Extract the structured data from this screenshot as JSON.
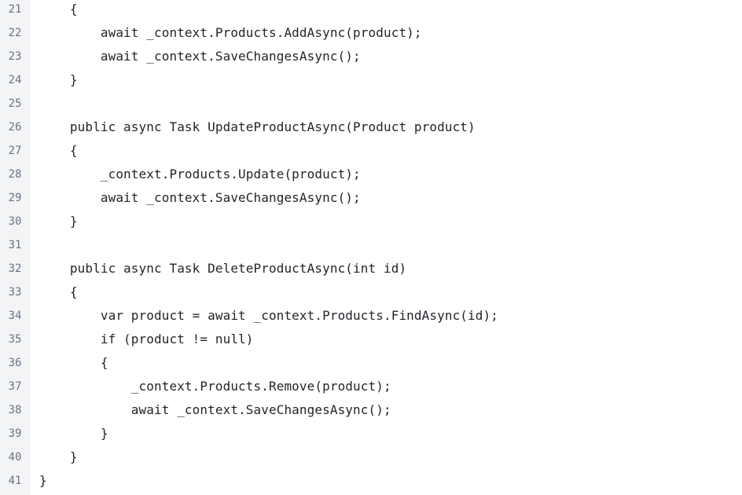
{
  "editor": {
    "lines": [
      {
        "number": "21",
        "text": "    {"
      },
      {
        "number": "22",
        "text": "        await _context.Products.AddAsync(product);"
      },
      {
        "number": "23",
        "text": "        await _context.SaveChangesAsync();"
      },
      {
        "number": "24",
        "text": "    }"
      },
      {
        "number": "25",
        "text": ""
      },
      {
        "number": "26",
        "text": "    public async Task UpdateProductAsync(Product product)"
      },
      {
        "number": "27",
        "text": "    {"
      },
      {
        "number": "28",
        "text": "        _context.Products.Update(product);"
      },
      {
        "number": "29",
        "text": "        await _context.SaveChangesAsync();"
      },
      {
        "number": "30",
        "text": "    }"
      },
      {
        "number": "31",
        "text": ""
      },
      {
        "number": "32",
        "text": "    public async Task DeleteProductAsync(int id)"
      },
      {
        "number": "33",
        "text": "    {"
      },
      {
        "number": "34",
        "text": "        var product = await _context.Products.FindAsync(id);"
      },
      {
        "number": "35",
        "text": "        if (product != null)"
      },
      {
        "number": "36",
        "text": "        {"
      },
      {
        "number": "37",
        "text": "            _context.Products.Remove(product);"
      },
      {
        "number": "38",
        "text": "            await _context.SaveChangesAsync();"
      },
      {
        "number": "39",
        "text": "        }"
      },
      {
        "number": "40",
        "text": "    }"
      },
      {
        "number": "41",
        "text": "}"
      }
    ]
  }
}
